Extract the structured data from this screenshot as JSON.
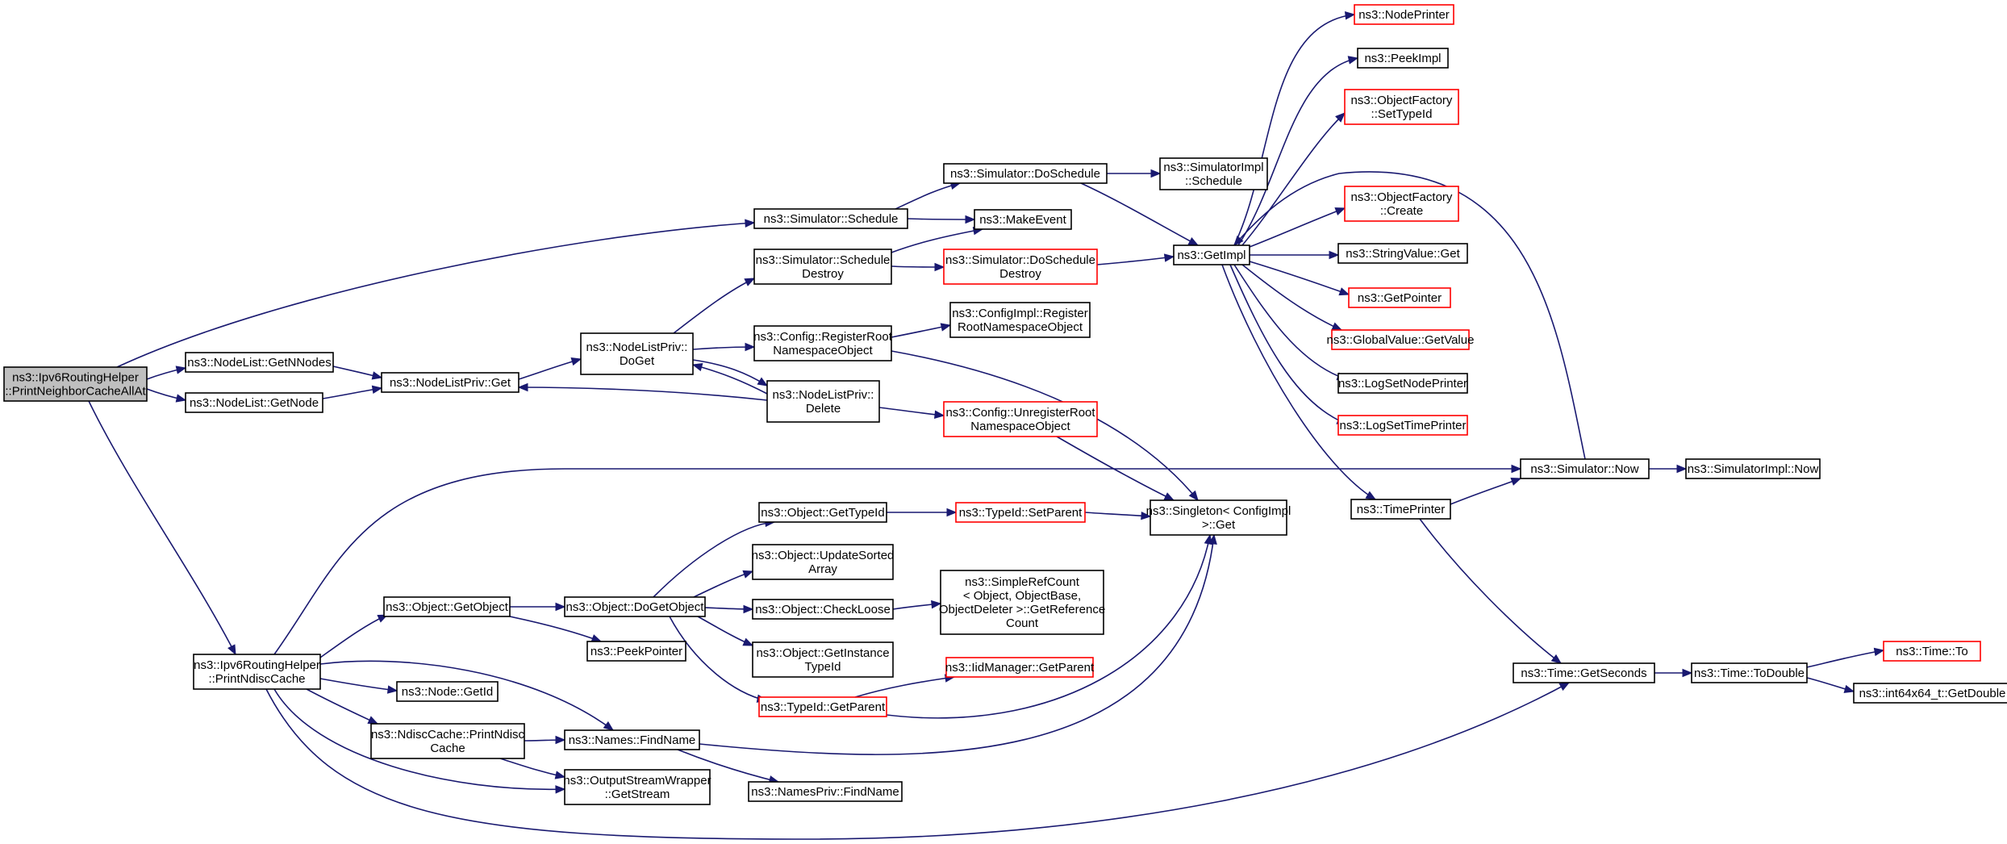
{
  "colors": {
    "edge": "#191970",
    "node_border": "#000000",
    "truncated_border": "#ff0000",
    "root_fill": "#bfbfbf",
    "node_fill": "#ffffff"
  },
  "nodes": [
    {
      "id": "root",
      "lines": [
        "ns3::Ipv6RoutingHelper",
        "::PrintNeighborCacheAllAt"
      ],
      "style": "root"
    },
    {
      "id": "nl_getnnodes",
      "lines": [
        "ns3::NodeList::GetNNodes"
      ],
      "style": "normal"
    },
    {
      "id": "nl_getnode",
      "lines": [
        "ns3::NodeList::GetNode"
      ],
      "style": "normal"
    },
    {
      "id": "nlp_get",
      "lines": [
        "ns3::NodeListPriv::Get"
      ],
      "style": "normal"
    },
    {
      "id": "nlp_doget",
      "lines": [
        "ns3::NodeListPriv::",
        "DoGet"
      ],
      "style": "normal"
    },
    {
      "id": "nlp_delete",
      "lines": [
        "ns3::NodeListPriv::",
        "Delete"
      ],
      "style": "normal"
    },
    {
      "id": "sim_schedule",
      "lines": [
        "ns3::Simulator::Schedule"
      ],
      "style": "normal"
    },
    {
      "id": "sim_doschedule",
      "lines": [
        "ns3::Simulator::DoSchedule"
      ],
      "style": "normal"
    },
    {
      "id": "simimpl_schedule",
      "lines": [
        "ns3::SimulatorImpl",
        "::Schedule"
      ],
      "style": "normal"
    },
    {
      "id": "makeevent",
      "lines": [
        "ns3::MakeEvent"
      ],
      "style": "normal"
    },
    {
      "id": "sim_scheduledestroy",
      "lines": [
        "ns3::Simulator::Schedule",
        "Destroy"
      ],
      "style": "normal"
    },
    {
      "id": "sim_doscheduledestroy",
      "lines": [
        "ns3::Simulator::DoSchedule",
        "Destroy"
      ],
      "style": "truncated"
    },
    {
      "id": "cfg_registerroot",
      "lines": [
        "ns3::Config::RegisterRoot",
        "NamespaceObject"
      ],
      "style": "normal"
    },
    {
      "id": "cfgimpl_register",
      "lines": [
        "ns3::ConfigImpl::Register",
        "RootNamespaceObject"
      ],
      "style": "normal"
    },
    {
      "id": "cfg_unregister",
      "lines": [
        "ns3::Config::UnregisterRoot",
        "NamespaceObject"
      ],
      "style": "truncated"
    },
    {
      "id": "getimpl",
      "lines": [
        "ns3::GetImpl"
      ],
      "style": "normal"
    },
    {
      "id": "nodeprinter",
      "lines": [
        "ns3::NodePrinter"
      ],
      "style": "truncated"
    },
    {
      "id": "peekimpl",
      "lines": [
        "ns3::PeekImpl"
      ],
      "style": "normal"
    },
    {
      "id": "of_settypeid",
      "lines": [
        "ns3::ObjectFactory",
        "::SetTypeId"
      ],
      "style": "truncated"
    },
    {
      "id": "of_create",
      "lines": [
        "ns3::ObjectFactory",
        "::Create"
      ],
      "style": "truncated"
    },
    {
      "id": "stringvalue_get",
      "lines": [
        "ns3::StringValue::Get"
      ],
      "style": "normal"
    },
    {
      "id": "getpointer",
      "lines": [
        "ns3::GetPointer"
      ],
      "style": "truncated"
    },
    {
      "id": "gv_getvalue",
      "lines": [
        "ns3::GlobalValue::GetValue"
      ],
      "style": "truncated"
    },
    {
      "id": "logsetnodeprinter",
      "lines": [
        "ns3::LogSetNodePrinter"
      ],
      "style": "normal"
    },
    {
      "id": "logsettimeprinter",
      "lines": [
        "ns3::LogSetTimePrinter"
      ],
      "style": "truncated"
    },
    {
      "id": "timeprinter",
      "lines": [
        "ns3::TimePrinter"
      ],
      "style": "normal"
    },
    {
      "id": "sim_now",
      "lines": [
        "ns3::Simulator::Now"
      ],
      "style": "normal"
    },
    {
      "id": "simimpl_now",
      "lines": [
        "ns3::SimulatorImpl::Now"
      ],
      "style": "normal"
    },
    {
      "id": "singleton_get",
      "lines": [
        "ns3::Singleton< ConfigImpl",
        ">::Get"
      ],
      "style": "normal"
    },
    {
      "id": "obj_gettypeid",
      "lines": [
        "ns3::Object::GetTypeId"
      ],
      "style": "normal"
    },
    {
      "id": "typeid_setparent",
      "lines": [
        "ns3::TypeId::SetParent"
      ],
      "style": "truncated"
    },
    {
      "id": "obj_updatesorted",
      "lines": [
        "ns3::Object::UpdateSorted",
        "Array"
      ],
      "style": "normal"
    },
    {
      "id": "obj_checkloose",
      "lines": [
        "ns3::Object::CheckLoose"
      ],
      "style": "normal"
    },
    {
      "id": "simplerefcount",
      "lines": [
        "ns3::SimpleRefCount",
        "< Object, ObjectBase,",
        "ObjectDeleter >::GetReference",
        "Count"
      ],
      "style": "normal"
    },
    {
      "id": "obj_getinstance",
      "lines": [
        "ns3::Object::GetInstance",
        "TypeId"
      ],
      "style": "normal"
    },
    {
      "id": "typeid_getparent",
      "lines": [
        "ns3::TypeId::GetParent"
      ],
      "style": "truncated"
    },
    {
      "id": "iidmanager_getparent",
      "lines": [
        "ns3::IidManager::GetParent"
      ],
      "style": "truncated"
    },
    {
      "id": "obj_getobject",
      "lines": [
        "ns3::Object::GetObject"
      ],
      "style": "normal"
    },
    {
      "id": "obj_dogetobject",
      "lines": [
        "ns3::Object::DoGetObject"
      ],
      "style": "normal"
    },
    {
      "id": "peekpointer",
      "lines": [
        "ns3::PeekPointer"
      ],
      "style": "normal"
    },
    {
      "id": "printndisccache",
      "lines": [
        "ns3::Ipv6RoutingHelper",
        "::PrintNdiscCache"
      ],
      "style": "normal"
    },
    {
      "id": "node_getid",
      "lines": [
        "ns3::Node::GetId"
      ],
      "style": "normal"
    },
    {
      "id": "ndisc_print",
      "lines": [
        "ns3::NdiscCache::PrintNdisc",
        "Cache"
      ],
      "style": "normal"
    },
    {
      "id": "names_findname",
      "lines": [
        "ns3::Names::FindName"
      ],
      "style": "normal"
    },
    {
      "id": "namespriv_findname",
      "lines": [
        "ns3::NamesPriv::FindName"
      ],
      "style": "normal"
    },
    {
      "id": "osw_getstream",
      "lines": [
        "ns3::OutputStreamWrapper",
        "::GetStream"
      ],
      "style": "normal"
    },
    {
      "id": "time_getseconds",
      "lines": [
        "ns3::Time::GetSeconds"
      ],
      "style": "normal"
    },
    {
      "id": "time_todouble",
      "lines": [
        "ns3::Time::ToDouble"
      ],
      "style": "normal"
    },
    {
      "id": "time_to",
      "lines": [
        "ns3::Time::To"
      ],
      "style": "truncated"
    },
    {
      "id": "int64_getdouble",
      "lines": [
        "ns3::int64x64_t::GetDouble"
      ],
      "style": "normal"
    }
  ],
  "edges": [
    [
      "root",
      "sim_schedule"
    ],
    [
      "root",
      "nl_getnnodes"
    ],
    [
      "root",
      "nl_getnode"
    ],
    [
      "root",
      "printndisccache"
    ],
    [
      "nl_getnnodes",
      "nlp_get"
    ],
    [
      "nl_getnode",
      "nlp_get"
    ],
    [
      "nlp_get",
      "nlp_doget"
    ],
    [
      "nlp_doget",
      "sim_scheduledestroy"
    ],
    [
      "nlp_doget",
      "cfg_registerroot"
    ],
    [
      "nlp_doget",
      "nlp_delete"
    ],
    [
      "nlp_delete",
      "nlp_doget"
    ],
    [
      "nlp_delete",
      "nlp_get"
    ],
    [
      "nlp_delete",
      "cfg_unregister"
    ],
    [
      "sim_schedule",
      "sim_doschedule"
    ],
    [
      "sim_schedule",
      "makeevent"
    ],
    [
      "sim_doschedule",
      "simimpl_schedule"
    ],
    [
      "sim_doschedule",
      "getimpl"
    ],
    [
      "sim_scheduledestroy",
      "makeevent"
    ],
    [
      "sim_scheduledestroy",
      "sim_doscheduledestroy"
    ],
    [
      "sim_doscheduledestroy",
      "getimpl"
    ],
    [
      "cfg_registerroot",
      "cfgimpl_register"
    ],
    [
      "cfg_registerroot",
      "singleton_get"
    ],
    [
      "cfg_unregister",
      "singleton_get"
    ],
    [
      "getimpl",
      "nodeprinter"
    ],
    [
      "getimpl",
      "peekimpl"
    ],
    [
      "getimpl",
      "of_settypeid"
    ],
    [
      "getimpl",
      "of_create"
    ],
    [
      "getimpl",
      "stringvalue_get"
    ],
    [
      "getimpl",
      "getpointer"
    ],
    [
      "getimpl",
      "gv_getvalue"
    ],
    [
      "getimpl",
      "logsetnodeprinter"
    ],
    [
      "getimpl",
      "logsettimeprinter"
    ],
    [
      "getimpl",
      "timeprinter"
    ],
    [
      "timeprinter",
      "sim_now"
    ],
    [
      "timeprinter",
      "time_getseconds"
    ],
    [
      "sim_now",
      "getimpl"
    ],
    [
      "sim_now",
      "simimpl_now"
    ],
    [
      "printndisccache",
      "sim_now"
    ],
    [
      "printndisccache",
      "obj_getobject"
    ],
    [
      "printndisccache",
      "names_findname"
    ],
    [
      "printndisccache",
      "node_getid"
    ],
    [
      "printndisccache",
      "ndisc_print"
    ],
    [
      "printndisccache",
      "osw_getstream"
    ],
    [
      "printndisccache",
      "time_getseconds"
    ],
    [
      "obj_getobject",
      "obj_dogetobject"
    ],
    [
      "obj_getobject",
      "peekpointer"
    ],
    [
      "obj_dogetobject",
      "obj_gettypeid"
    ],
    [
      "obj_dogetobject",
      "obj_updatesorted"
    ],
    [
      "obj_dogetobject",
      "obj_checkloose"
    ],
    [
      "obj_dogetobject",
      "obj_getinstance"
    ],
    [
      "obj_dogetobject",
      "typeid_getparent"
    ],
    [
      "obj_gettypeid",
      "typeid_setparent"
    ],
    [
      "typeid_setparent",
      "singleton_get"
    ],
    [
      "obj_checkloose",
      "simplerefcount"
    ],
    [
      "typeid_getparent",
      "iidmanager_getparent"
    ],
    [
      "typeid_getparent",
      "singleton_get"
    ],
    [
      "ndisc_print",
      "names_findname"
    ],
    [
      "ndisc_print",
      "osw_getstream"
    ],
    [
      "names_findname",
      "namespriv_findname"
    ],
    [
      "names_findname",
      "singleton_get"
    ],
    [
      "time_getseconds",
      "time_todouble"
    ],
    [
      "time_todouble",
      "time_to"
    ],
    [
      "time_todouble",
      "int64_getdouble"
    ]
  ]
}
